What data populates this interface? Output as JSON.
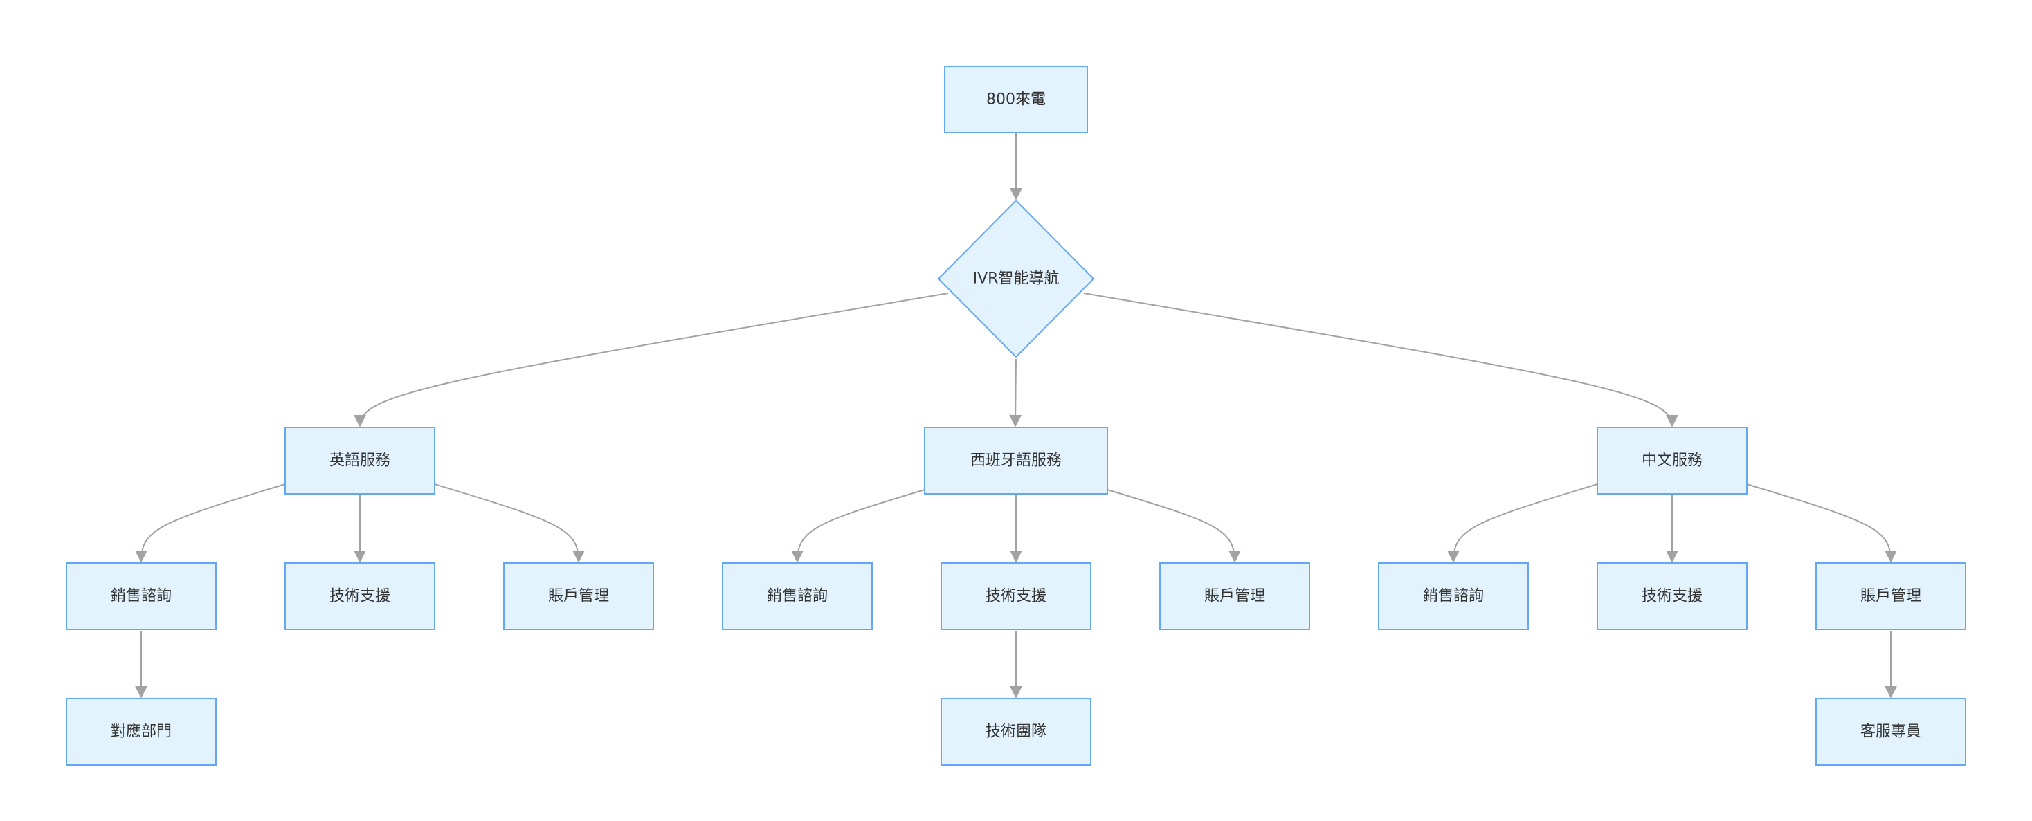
{
  "nodes": {
    "call": "800來電",
    "ivr": "IVR智能導航",
    "en": "英語服務",
    "es": "西班牙語服務",
    "zh": "中文服務",
    "en_sales": "銷售諮詢",
    "en_tech": "技術支援",
    "en_acct": "賬戶管理",
    "es_sales": "銷售諮詢",
    "es_tech": "技術支援",
    "es_acct": "賬戶管理",
    "zh_sales": "銷售諮詢",
    "zh_tech": "技術支援",
    "zh_acct": "賬戶管理",
    "en_dept": "對應部門",
    "es_team": "技術團隊",
    "zh_agent": "客服專員"
  },
  "colors": {
    "node_fill": "#e3f3fd",
    "node_stroke": "#64a8f5",
    "edge": "#a2a2a2",
    "text": "#333333"
  }
}
